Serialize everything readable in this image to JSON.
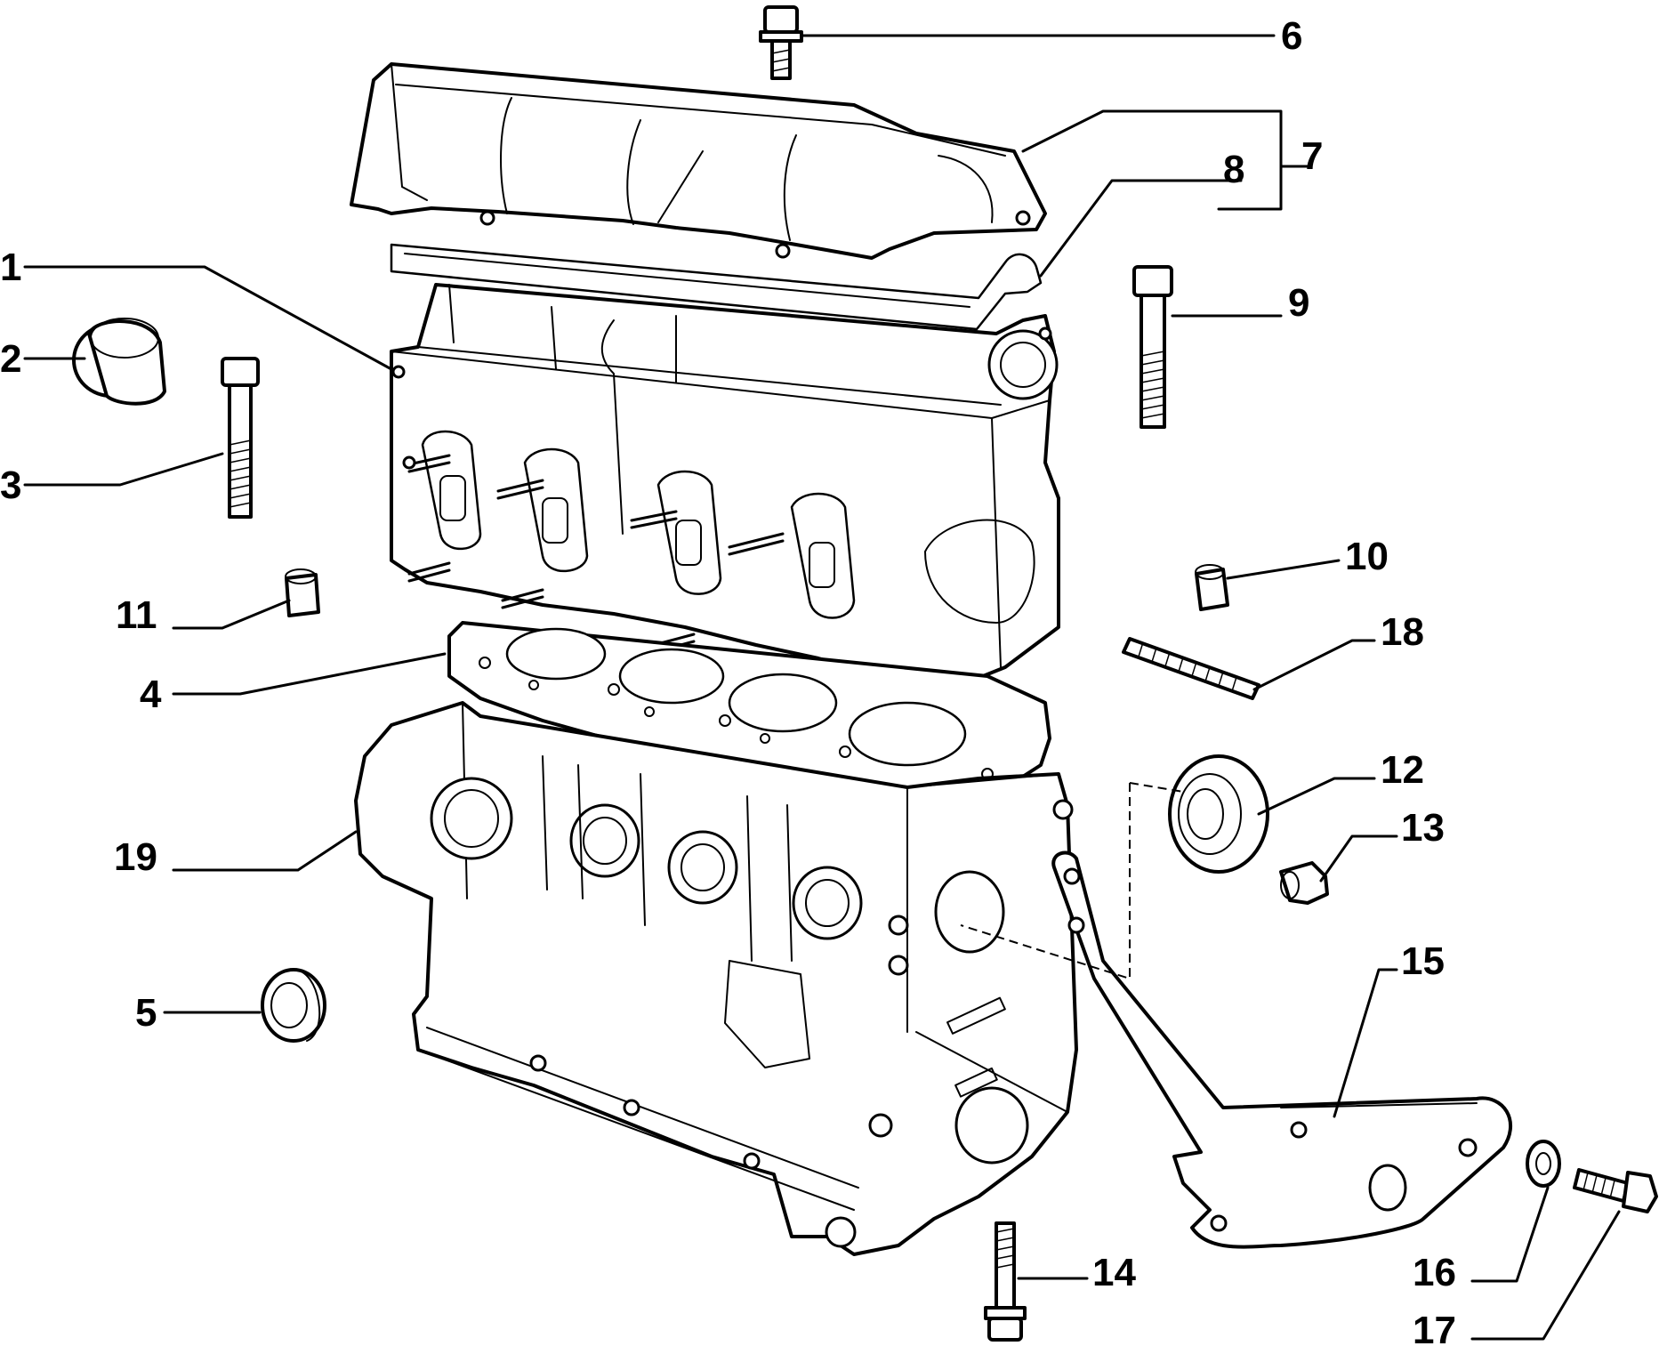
{
  "callouts": [
    {
      "label": "1"
    },
    {
      "label": "2"
    },
    {
      "label": "3"
    },
    {
      "label": "4"
    },
    {
      "label": "5"
    },
    {
      "label": "6"
    },
    {
      "label": "7"
    },
    {
      "label": "8"
    },
    {
      "label": "9"
    },
    {
      "label": "10"
    },
    {
      "label": "11"
    },
    {
      "label": "12"
    },
    {
      "label": "13"
    },
    {
      "label": "14"
    },
    {
      "label": "15"
    },
    {
      "label": "16"
    },
    {
      "label": "17"
    },
    {
      "label": "18"
    },
    {
      "label": "19"
    }
  ],
  "colors": {
    "line": "#000000",
    "background": "#ffffff"
  }
}
